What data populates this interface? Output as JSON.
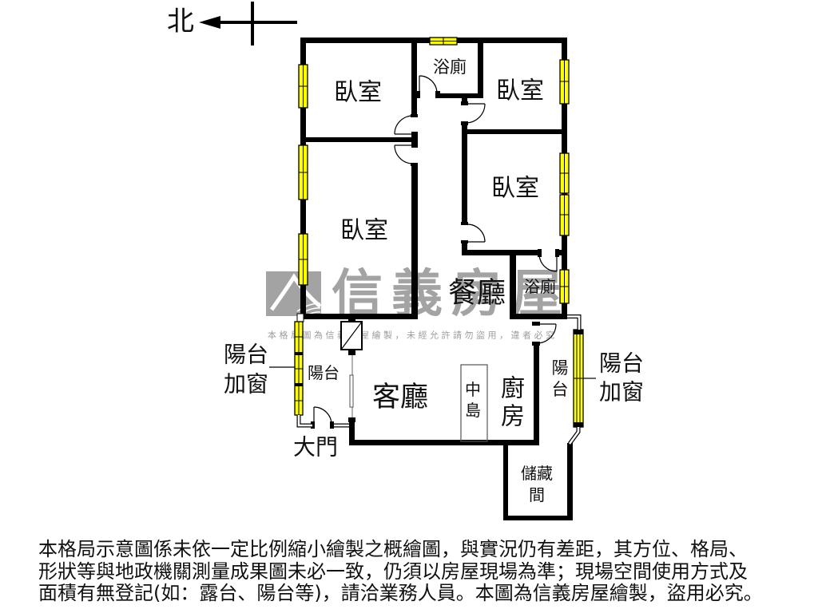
{
  "compass": {
    "north_label": "北",
    "icon": "north-arrow"
  },
  "floor_plan": {
    "labels": {
      "bedroom_top_left": "臥室",
      "bathroom_top": "浴廁",
      "bedroom_top_right": "臥室",
      "bedroom_middle_right": "臥室",
      "bedroom_left": "臥室",
      "dining_room": "餐廳",
      "bathroom_small": "浴廁",
      "balcony_left": "陽台",
      "living_room": "客廳",
      "island": [
        "中",
        "島"
      ],
      "kitchen": [
        "廚",
        "房"
      ],
      "balcony_right": [
        "陽",
        "台"
      ],
      "storage_room": [
        "儲藏",
        "間"
      ],
      "main_door": "大門",
      "balcony_window_left": [
        "陽台",
        "加窗"
      ],
      "balcony_window_right": [
        "陽台",
        "加窗"
      ]
    },
    "colors": {
      "wall": "#000000",
      "window_glass": "#ffff00",
      "watermark": "#a3a3a3",
      "background": "#ffffff"
    }
  },
  "watermark": {
    "brand": "信義房屋",
    "notice": "本格局圖為信義房屋繪製，未經允許請勿盜用，違者必究"
  },
  "disclaimer": {
    "lines": [
      "本格局示意圖係未依一定比例縮小繪製之概繪圖，與實況仍有差距，其方位、格局、",
      "形狀等與地政機關測量成果圖未必一致，仍須以房屋現場為準；現場空間使用方式及",
      "面積有無登記(如：露台、陽台等)，請洽業務人員。本圖為信義房屋繪製，盜用必究。"
    ]
  }
}
